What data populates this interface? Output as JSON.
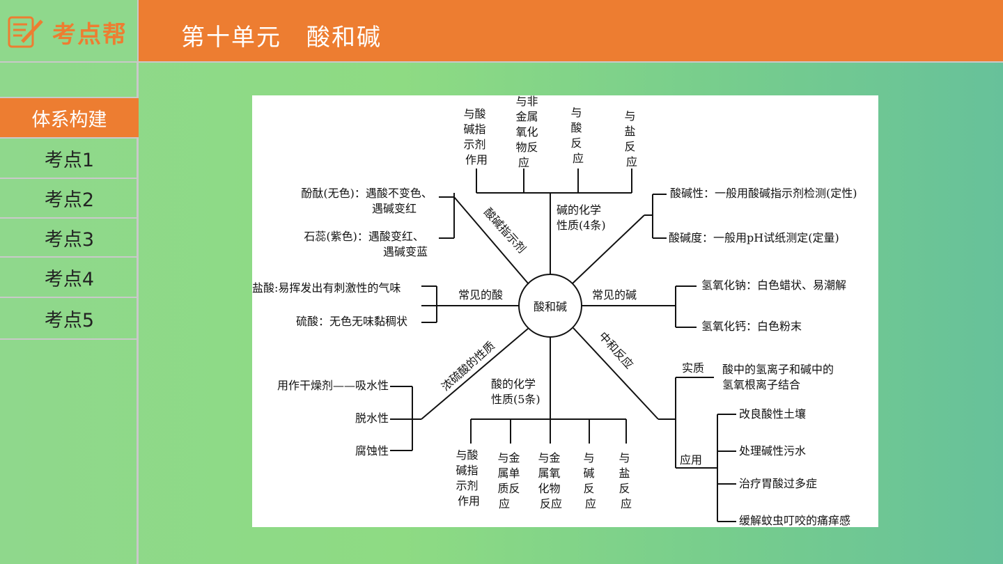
{
  "header": {
    "logo_text": "考点帮",
    "title": "第十单元　酸和碱"
  },
  "sidebar": {
    "items": [
      {
        "label": ""
      },
      {
        "label": "体系构建",
        "active": true
      },
      {
        "label": "考点1"
      },
      {
        "label": "考点2"
      },
      {
        "label": "考点3"
      },
      {
        "label": "考点4"
      },
      {
        "label": "考点5"
      }
    ]
  },
  "colors": {
    "accent": "#ed7d31",
    "background": "#8fd88c",
    "divider": "#c9c9c9"
  },
  "diagram": {
    "center": "酸和碱",
    "alkali_chem": {
      "label": [
        "碱的化学",
        "性质(4条)"
      ],
      "items": [
        [
          "与酸",
          "碱指",
          "示剂",
          "作用"
        ],
        [
          "与非",
          "金属",
          "氧化",
          "物反",
          "应"
        ],
        [
          "与",
          "酸",
          "反",
          "应"
        ],
        [
          "与",
          "盐",
          "反",
          "应"
        ]
      ]
    },
    "indicator": {
      "label": "酸碱指示剂",
      "items": [
        [
          "酚酞(无色)：遇酸不变色、",
          "遇碱变红"
        ],
        [
          "石蕊(紫色)：遇酸变红、",
          "遇碱变蓝"
        ]
      ]
    },
    "acidity": {
      "items": [
        "酸碱性：一般用酸碱指示剂检测(定性)",
        "酸碱度：一般用pH试纸测定(定量)"
      ]
    },
    "common_acid": {
      "label": "常见的酸",
      "items": [
        "盐酸:易挥发出有刺激性的气味",
        "硫酸：无色无味黏稠状"
      ]
    },
    "common_base": {
      "label": "常见的碱",
      "items": [
        "氢氧化钠：白色蜡状、易潮解",
        "氢氧化钙：白色粉末"
      ]
    },
    "conc_sulfuric": {
      "label": "浓硫酸的性质",
      "items": [
        "用作干燥剂——吸水性",
        "脱水性",
        "腐蚀性"
      ]
    },
    "acid_chem": {
      "label": [
        "酸的化学",
        "性质(5条)"
      ],
      "items": [
        [
          "与酸",
          "碱指",
          "示剂",
          "作用"
        ],
        [
          "与金",
          "属单",
          "质反",
          "应"
        ],
        [
          "与金",
          "属氧",
          "化物",
          "反应"
        ],
        [
          "与",
          "碱",
          "反",
          "应"
        ],
        [
          "与",
          "盐",
          "反",
          "应"
        ]
      ]
    },
    "neutralization": {
      "label": "中和反应",
      "essence_label": "实质",
      "essence": [
        "酸中的氢离子和碱中的",
        "氢氧根离子结合"
      ],
      "application_label": "应用",
      "applications": [
        "改良酸性土壤",
        "处理碱性污水",
        "治疗胃酸过多症",
        "缓解蚊虫叮咬的痛痒感"
      ]
    }
  }
}
